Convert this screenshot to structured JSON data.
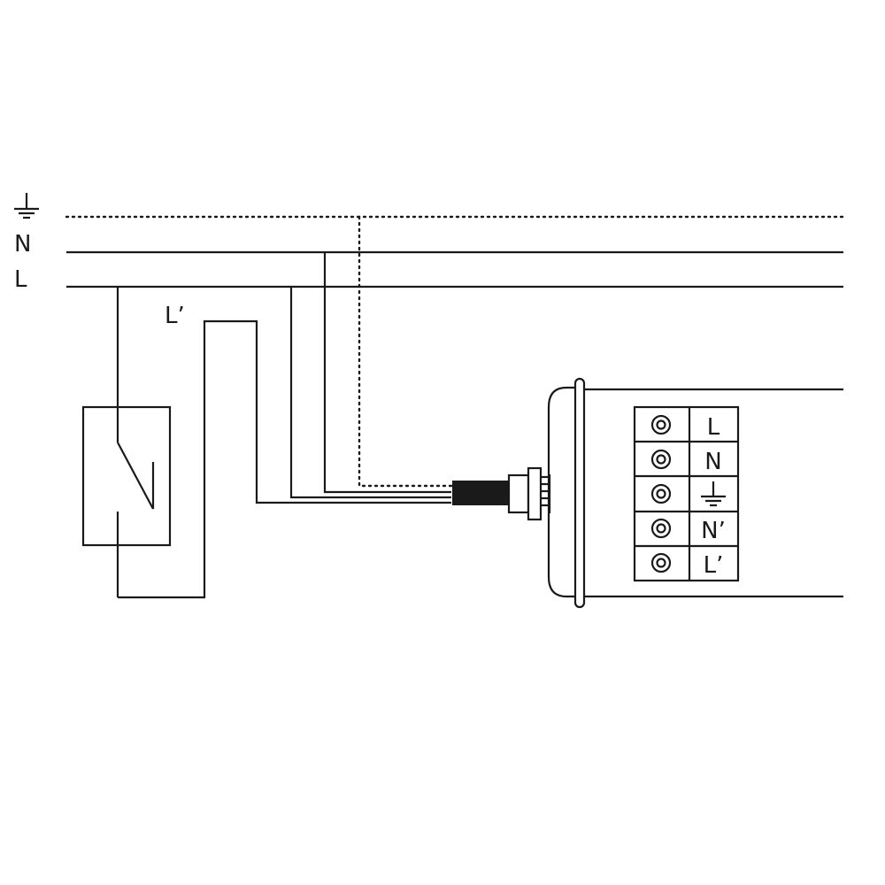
{
  "bus": {
    "neutral_label": "N",
    "line_label": "L"
  },
  "switch_output_label": "L’",
  "terminals": [
    {
      "kind": "text",
      "label": "L"
    },
    {
      "kind": "text",
      "label": "N"
    },
    {
      "kind": "earth",
      "label": ""
    },
    {
      "kind": "text",
      "label": "N’"
    },
    {
      "kind": "text",
      "label": "L’"
    }
  ]
}
